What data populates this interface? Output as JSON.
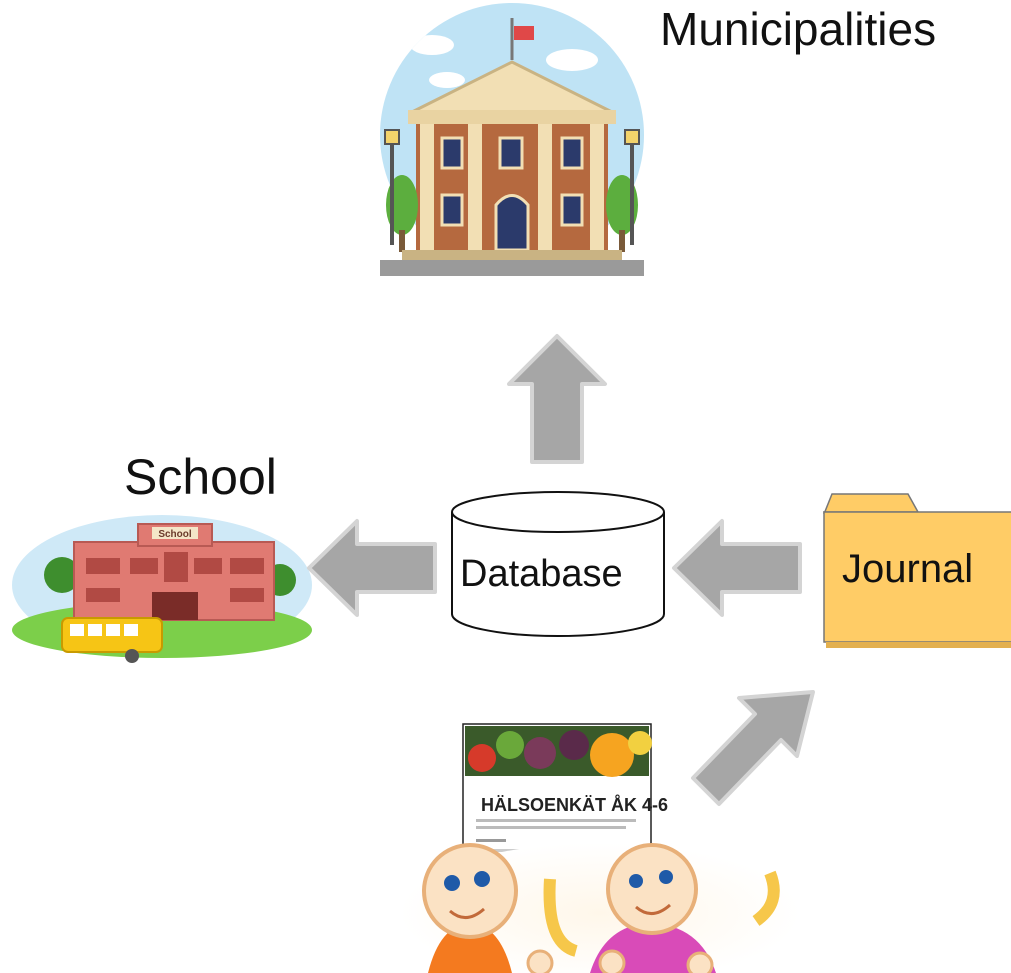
{
  "nodes": {
    "municipalities": {
      "label": "Municipalities"
    },
    "school": {
      "label": "School",
      "sign": "School"
    },
    "database": {
      "label": "Database"
    },
    "journal": {
      "label": "Journal"
    },
    "survey": {
      "title": "HÄLSOENKÄT ÅK 4-6"
    }
  },
  "edges": [
    {
      "from": "database",
      "to": "municipalities"
    },
    {
      "from": "database",
      "to": "school"
    },
    {
      "from": "journal",
      "to": "database"
    },
    {
      "from": "survey",
      "to": "journal"
    }
  ],
  "colors": {
    "arrow": "#a6a6a6",
    "folder": "#ffcc66",
    "sky": "#bfe3f5",
    "grass": "#7ccf4a",
    "brick_school": "#e07a72",
    "brick_hall": "#b5693f"
  }
}
